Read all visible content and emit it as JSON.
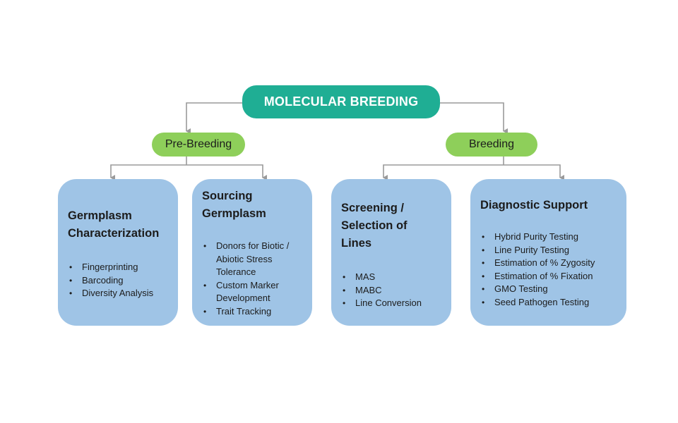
{
  "root": {
    "title": "MOLECULAR BREEDING"
  },
  "branches": [
    {
      "label": "Pre-Breeding"
    },
    {
      "label": "Breeding"
    }
  ],
  "cards": [
    {
      "title_lines": [
        "Germplasm",
        "Characterization"
      ],
      "items": [
        "Fingerprinting",
        "Barcoding",
        "Diversity Analysis"
      ]
    },
    {
      "title_lines": [
        "Sourcing",
        "Germplasm"
      ],
      "items": [
        [
          "Donors for Biotic /",
          "Abiotic Stress",
          "Tolerance"
        ],
        [
          "Custom Marker",
          "Development"
        ],
        [
          "Trait Tracking"
        ]
      ]
    },
    {
      "title_lines": [
        "Screening /",
        "Selection of",
        "Lines"
      ],
      "items": [
        "MAS",
        "MABC",
        "Line Conversion"
      ]
    },
    {
      "title_lines": [
        "Diagnostic Support"
      ],
      "items": [
        "Hybrid Purity Testing",
        "Line Purity Testing",
        "Estimation of % Zygosity",
        "Estimation of % Fixation",
        "GMO Testing",
        "Seed Pathogen Testing"
      ]
    }
  ],
  "colors": {
    "root_fill": "#1fae94",
    "branch_fill": "#8ecf5a",
    "card_fill": "#9fc4e6",
    "connector": "#9a9a9a"
  }
}
